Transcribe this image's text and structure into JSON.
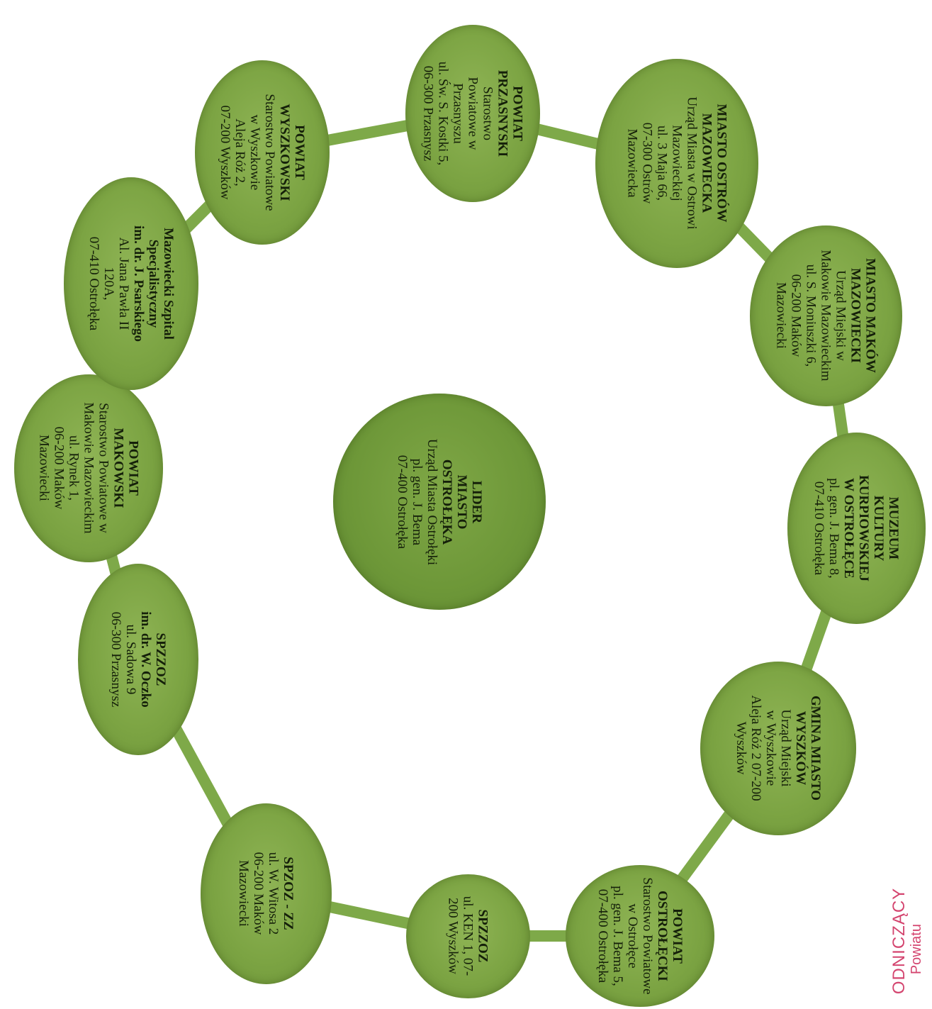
{
  "center": {
    "title": [
      "LIDER",
      "MIASTO",
      "OSTROŁĘKA"
    ],
    "lines": [
      "Urząd Miasta Ostrołęki",
      "pl. gen. J. Bema",
      "07-400 Ostrołęka"
    ]
  },
  "nodes": [
    {
      "title": [
        "POWIAT",
        "PRZASNYSKI"
      ],
      "lines": [
        "Starostwo",
        "Powiatowe w",
        "Przasnyszu",
        "ul. Św. S. Kostki 5,",
        "06-300 Przasnysz"
      ]
    },
    {
      "title": [
        "MIASTO OSTRÓW",
        "MAZOWIECKA"
      ],
      "lines": [
        "Urząd Miasta w Ostrowi",
        "Mazowieckiej",
        "ul. 3 Maja 66,",
        "07-300 Ostrów",
        "Mazowiecka"
      ]
    },
    {
      "title": [
        "MIASTO MAKÓW",
        "MAZOWIECKI"
      ],
      "lines": [
        "Urząd Miejski w",
        "Makowie Mazowieckim",
        "ul. S. Moniuszki 6,",
        "06-200 Maków",
        "Mazowiecki"
      ]
    },
    {
      "title": [
        "MUZEUM",
        "KULTURY",
        "KURPIOWSKIEJ",
        "W OSTROŁĘCE"
      ],
      "lines": [
        "pl. gen. J. Bema 8,",
        "07-410 Ostrołęka"
      ]
    },
    {
      "title": [
        "GMINA MIASTO",
        "WYSZKÓW"
      ],
      "lines": [
        "Urząd Miejski",
        "w Wyszkowie",
        "Aleja Róż 2 07-200",
        "Wyszków"
      ]
    },
    {
      "title": [
        "POWIAT",
        "OSTROŁĘCKI"
      ],
      "lines": [
        "Starostwo Powiatowe",
        "w Ostrołęce",
        "pl. gen. J. Bema 5,",
        "07-400 Ostrołęka"
      ]
    },
    {
      "title": [
        "SPZZOZ"
      ],
      "lines": [
        "ul. KEN 1, 07-",
        "200 Wyszków"
      ]
    },
    {
      "title": [
        "SPZOZ - ZZ"
      ],
      "lines": [
        "ul. W. Witosa 2",
        "06-200 Maków",
        "Mazowiecki"
      ]
    },
    {
      "title": [
        "SPZZOZ",
        "im. dr. W. Oczko"
      ],
      "lines": [
        "ul. Sadowa 9",
        "06-300 Przasnysz"
      ]
    },
    {
      "title": [
        "POWIAT",
        "MAKOWSKI"
      ],
      "lines": [
        "Starostwo Powiatowe w",
        "Makowie Mazowieckim",
        "ul. Rynek 1,",
        "06-200 Maków",
        "Mazowiecki"
      ]
    },
    {
      "title": [
        "Mazowiecki Szpital",
        "Specjalistyczny",
        "im. dr. J. Psarskiego"
      ],
      "lines": [
        "Al. Jana Pawła II",
        "120A,",
        "07-410 Ostrołęka"
      ]
    },
    {
      "title": [
        "POWIAT",
        "WYSZKOWSKI"
      ],
      "lines": [
        "Starostwo Powiatowe",
        "w Wyszkowie",
        "Aleja Róż 2,",
        "07-200 Wyszków"
      ]
    }
  ],
  "stamp": {
    "line1": "ODNICZĄCY",
    "line2": "Powiatu"
  },
  "colors": {
    "node_fill": "#7ca443",
    "connector": "#7ea949",
    "text": "#15200a",
    "stamp": "#d4456f"
  }
}
